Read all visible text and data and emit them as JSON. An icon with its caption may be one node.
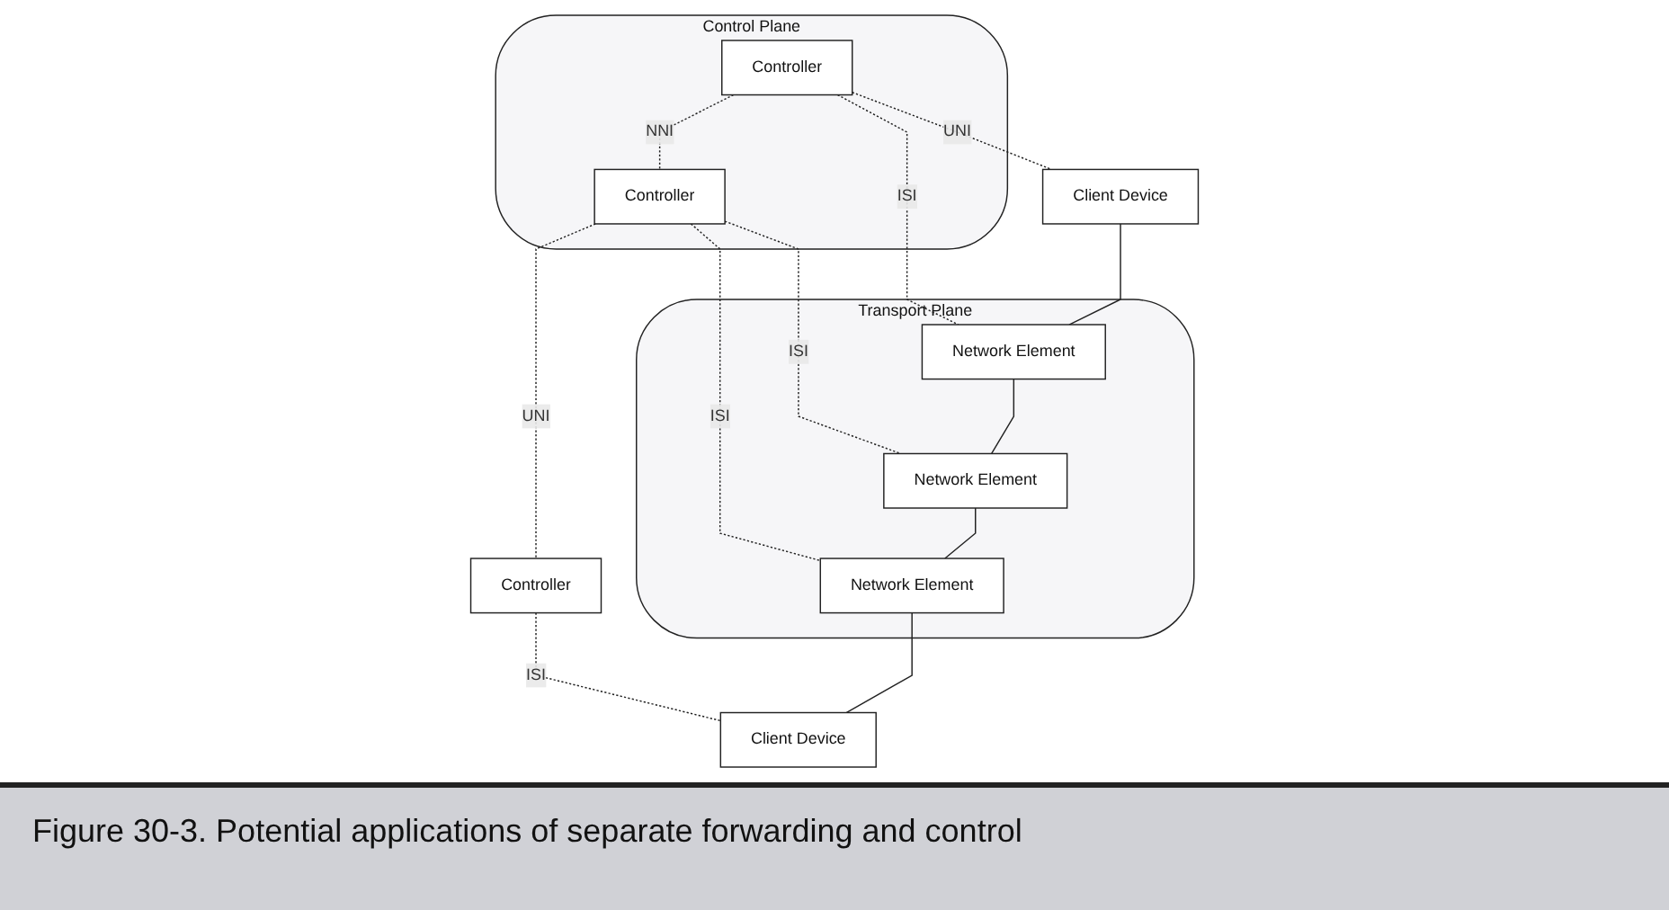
{
  "diagram": {
    "caption": "Figure 30-3. Potential applications of separate forwarding and control",
    "nodes": [
      {
        "text": [
          "Control Plane"
        ]
      },
      {
        "text": [
          "Controller"
        ],
        "in": 0
      },
      {
        "text": [
          "Controller"
        ],
        "in": 0
      },
      {
        "text": [
          "Controller"
        ]
      },
      {
        "text": [
          "Client Device"
        ]
      },
      {
        "text": [
          "Transport Plane"
        ]
      },
      {
        "text": [
          "Network Element"
        ],
        "in": 5
      },
      {
        "text": [
          "Network Element"
        ],
        "in": 5
      },
      {
        "text": [
          "Network Element"
        ],
        "in": 5
      },
      {
        "text": [
          "Client Device"
        ]
      }
    ],
    "edges": [
      {
        "from": 1,
        "to": 2,
        "arrow": "none",
        "style": "dashed",
        "label": "NNI"
      },
      {
        "from": 2,
        "to": 3,
        "arrow": "none",
        "style": "dashed",
        "label": "UNI"
      },
      {
        "from": 1,
        "to": 4,
        "arrow": "none",
        "style": "dashed",
        "label": "UNI"
      },
      {
        "from": 1,
        "to": 6,
        "arrow": "none",
        "style": "dashed",
        "label": "ISI"
      },
      {
        "from": 2,
        "to": 7,
        "arrow": "none",
        "style": "dashed",
        "label": "ISI"
      },
      {
        "from": 2,
        "to": 8,
        "arrow": "none",
        "style": "dashed",
        "label": "ISI"
      },
      {
        "from": 3,
        "to": 9,
        "arrow": "none",
        "style": "dashed",
        "label": "ISI"
      },
      {
        "from": 4,
        "to": 6,
        "arrow": "none"
      },
      {
        "from": 6,
        "to": 7,
        "arrow": "none"
      },
      {
        "from": 7,
        "to": 8,
        "arrow": "none"
      },
      {
        "from": 8,
        "to": 9,
        "arrow": "none"
      }
    ]
  }
}
